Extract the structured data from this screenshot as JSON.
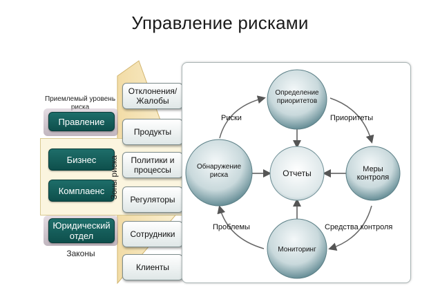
{
  "title": "Управление рисками",
  "left": {
    "acceptable_level_label": "Приемлемый уровень риска",
    "pills": [
      "Правление",
      "Бизнес",
      "Комплаенс",
      "Юридический отдел"
    ],
    "laws_label": "Законы",
    "zone_label": "Зоны риска"
  },
  "stakeholders": [
    "Отклонения/ Жалобы",
    "Продукты",
    "Политики и процессы",
    "Регуляторы",
    "Сотрудники",
    "Клиенты"
  ],
  "cycle": {
    "nodes": {
      "top": "Определение приоритетов",
      "left": "Обнаружение риска",
      "center": "Отчеты",
      "right": "Меры контроля",
      "bottom": "Мониторинг"
    },
    "edges": {
      "risks": "Риски",
      "priorities": "Приоритеты",
      "controls": "Средства контроля",
      "problems": "Проблемы"
    }
  },
  "colors": {
    "pill": "#12605c",
    "zone_band": "#fbf5df",
    "triangle": "#f6e4b8",
    "circle_light": "#e7eef0",
    "circle_dark": "#3e6f7a"
  }
}
